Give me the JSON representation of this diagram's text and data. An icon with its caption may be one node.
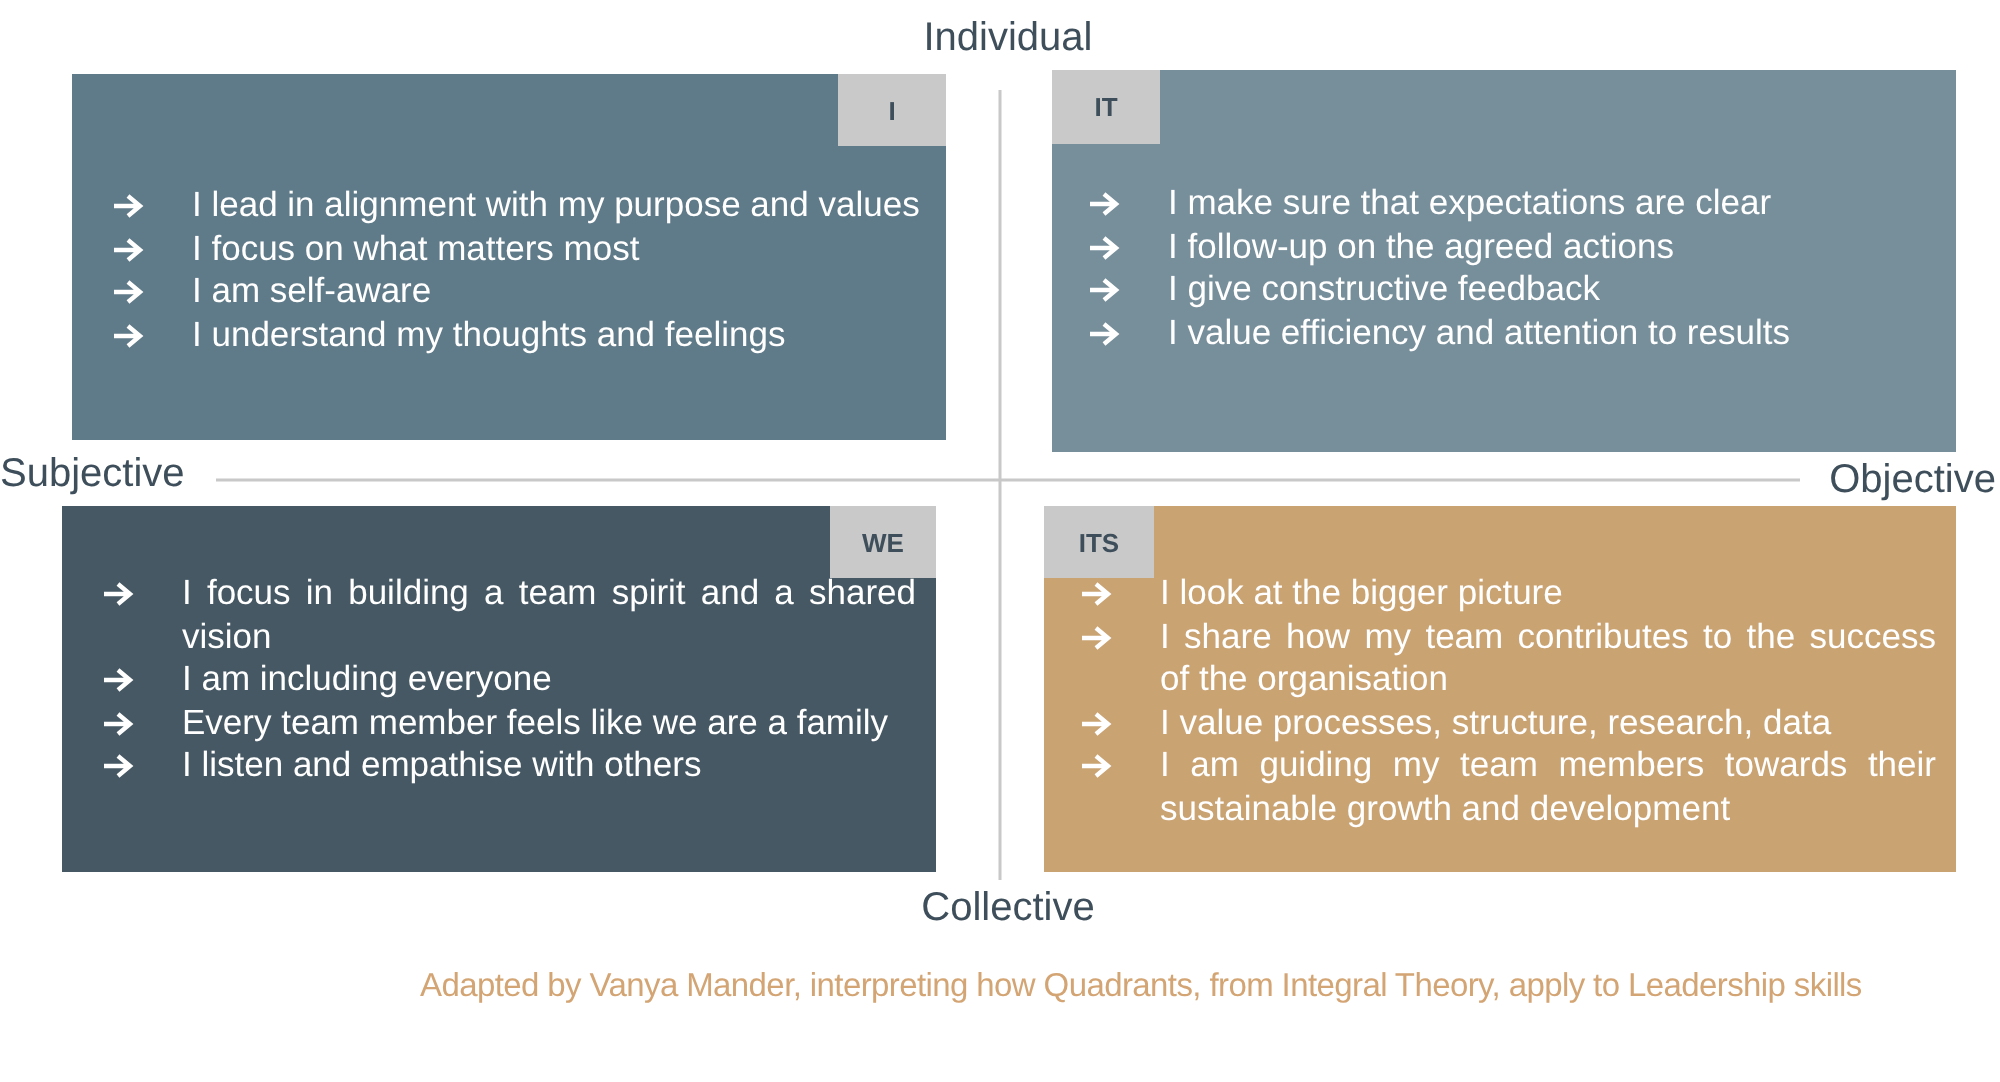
{
  "diagram": {
    "caption": "Adapted by Vanya Mander, interpreting how Quadrants, from Integral Theory, apply to Leadership skills",
    "nodes": [
      {
        "text": [
          "I lead in alignment with my purpose and values",
          "I focus on what matters most",
          "I am self-aware",
          "I understand my thoughts and feelings"
        ]
      },
      {
        "text": [
          "I"
        ],
        "in": 0
      },
      {
        "text": [
          "I make sure that expectations are clear",
          "I follow-up on the agreed actions",
          "I give constructive feedback",
          "I value efficiency and attention to results"
        ]
      },
      {
        "text": [
          "IT"
        ],
        "in": 2
      },
      {
        "text": [
          "I focus in building a team spirit and a shared vision",
          "I am including everyone",
          "Every team member feels like we are a family",
          "I listen and empathise with others"
        ]
      },
      {
        "text": [
          "WE"
        ],
        "in": 4
      },
      {
        "text": [
          "I look at the bigger picture",
          "I share how my team contributes to the success of the organisation",
          "I value processes, structure, research, data",
          "I am guiding my team members towards their sustainable growth and development"
        ]
      },
      {
        "text": [
          "ITS"
        ],
        "in": 6
      }
    ],
    "edges": [],
    "labels": [
      "Individual",
      "Subjective",
      "Objective",
      "Collective"
    ]
  }
}
